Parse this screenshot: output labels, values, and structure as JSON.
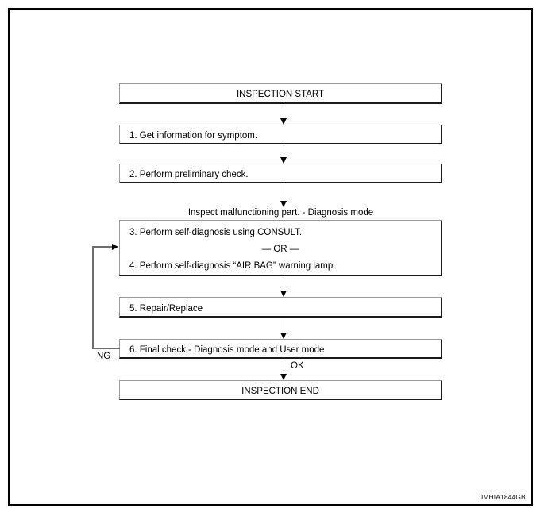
{
  "diagram": {
    "reference_code": "JMHIA1844GB",
    "caption": "Inspect malfunctioning part. - Diagnosis mode",
    "nodes": [
      {
        "id": "start",
        "label": "INSPECTION START"
      },
      {
        "id": "step1",
        "label": "1. Get information for symptom."
      },
      {
        "id": "step2",
        "label": "2. Perform preliminary check."
      },
      {
        "id": "step3",
        "label": "3. Perform self-diagnosis using CONSULT."
      },
      {
        "id": "or-separator",
        "label": "— OR —"
      },
      {
        "id": "step4",
        "label": "4. Perform self-diagnosis “AIR BAG” warning lamp."
      },
      {
        "id": "step5",
        "label": "5. Repair/Replace"
      },
      {
        "id": "step6",
        "label": "6. Final check - Diagnosis mode and User mode"
      },
      {
        "id": "end",
        "label": "INSPECTION END"
      }
    ],
    "edge_labels": {
      "ng": "NG",
      "ok": "OK"
    }
  }
}
